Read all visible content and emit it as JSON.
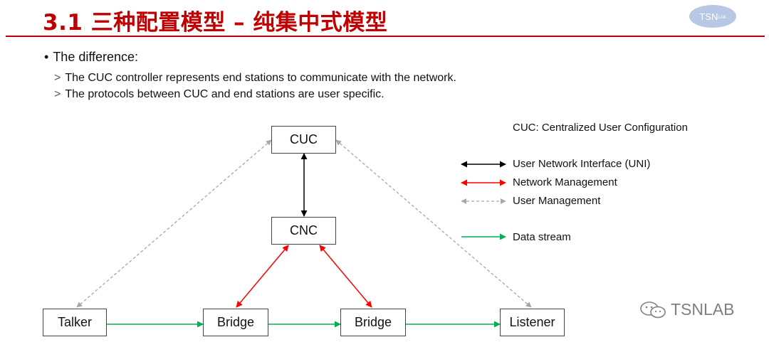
{
  "header": {
    "title": "3.1 三种配置模型 – 纯集中式模型",
    "logo_text": "TSN",
    "logo_suffix": "LAB"
  },
  "bullets": {
    "main": "The difference:",
    "items": [
      "The CUC controller represents end stations to communicate with the network.",
      "The protocols between CUC and end stations are user specific."
    ]
  },
  "diagram": {
    "nodes": {
      "cuc": "CUC",
      "cnc": "CNC",
      "talker": "Talker",
      "bridge1": "Bridge",
      "bridge2": "Bridge",
      "listener": "Listener"
    },
    "definition": "CUC: Centralized User Configuration",
    "legend": [
      {
        "label": "User Network Interface (UNI)",
        "color": "#000000",
        "style": "solid"
      },
      {
        "label": "Network Management",
        "color": "#ff0000",
        "style": "solid"
      },
      {
        "label": "User Management",
        "color": "#a6a6a6",
        "style": "dashed"
      },
      {
        "label": "Data stream",
        "color": "#00b050",
        "style": "solid"
      }
    ]
  },
  "watermark": "TSNLAB"
}
